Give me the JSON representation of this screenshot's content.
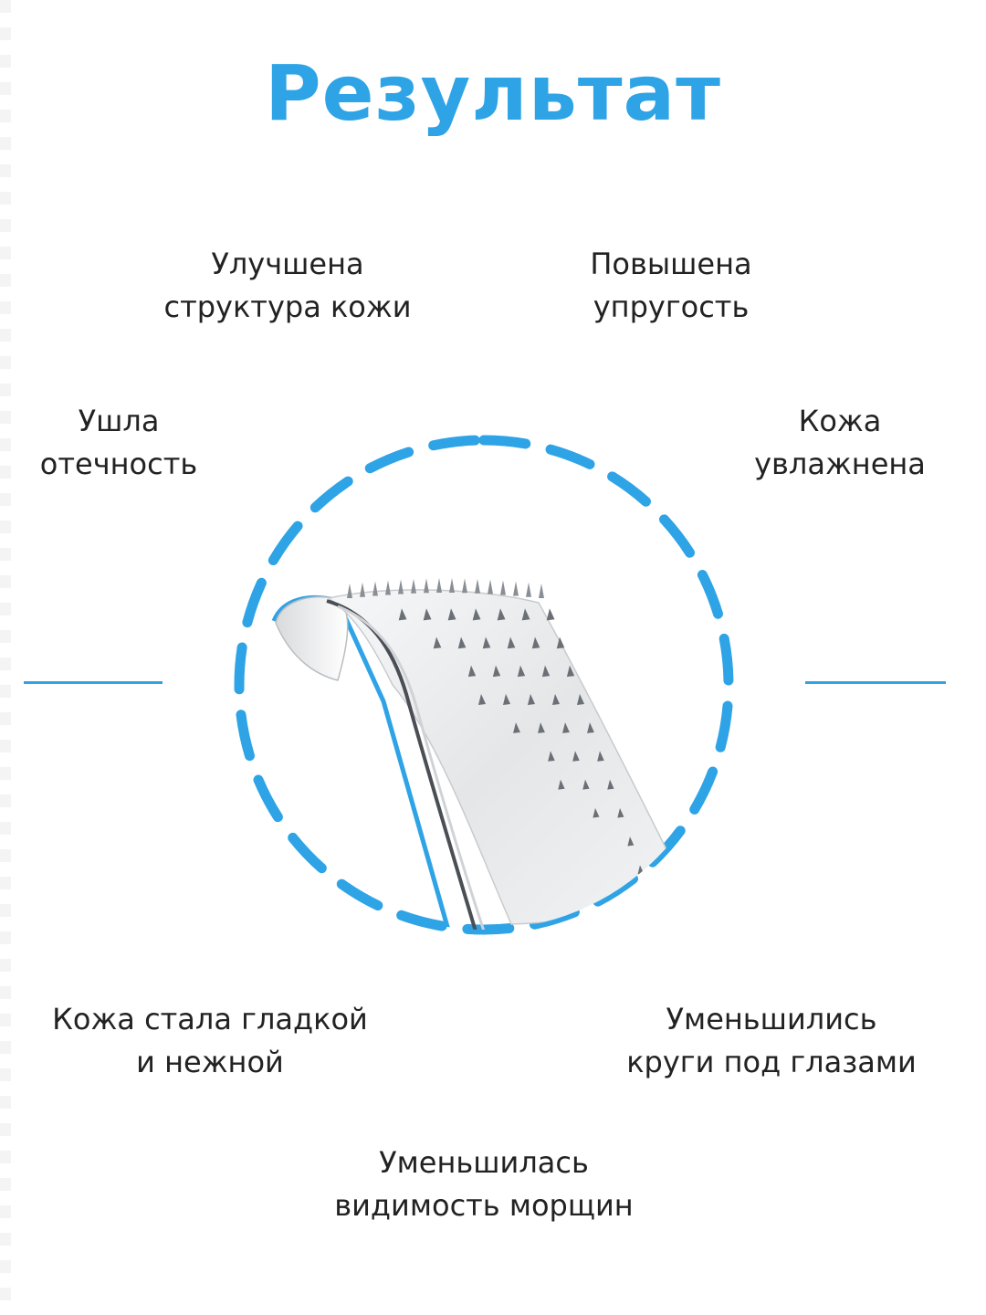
{
  "title": "Результат",
  "benefits": {
    "improved_texture": [
      "Улучшена",
      "структура кожи"
    ],
    "elasticity": [
      "Повышена",
      "упругость"
    ],
    "puffiness": [
      "Ушла",
      "отечность"
    ],
    "hydrated": [
      "Кожа",
      "увлажнена"
    ],
    "smooth": [
      "Кожа стала гладкой",
      "и нежной"
    ],
    "dark_circles": [
      "Уменьшились",
      "круги под глазами"
    ],
    "wrinkles": [
      "Уменьшилась",
      "видимость морщин"
    ]
  },
  "colors": {
    "accent": "#2ea3e6",
    "text": "#222222",
    "background": "#ffffff"
  },
  "illustration": {
    "icon": "microneedle-patch-icon",
    "frame": "dashed-circle"
  }
}
